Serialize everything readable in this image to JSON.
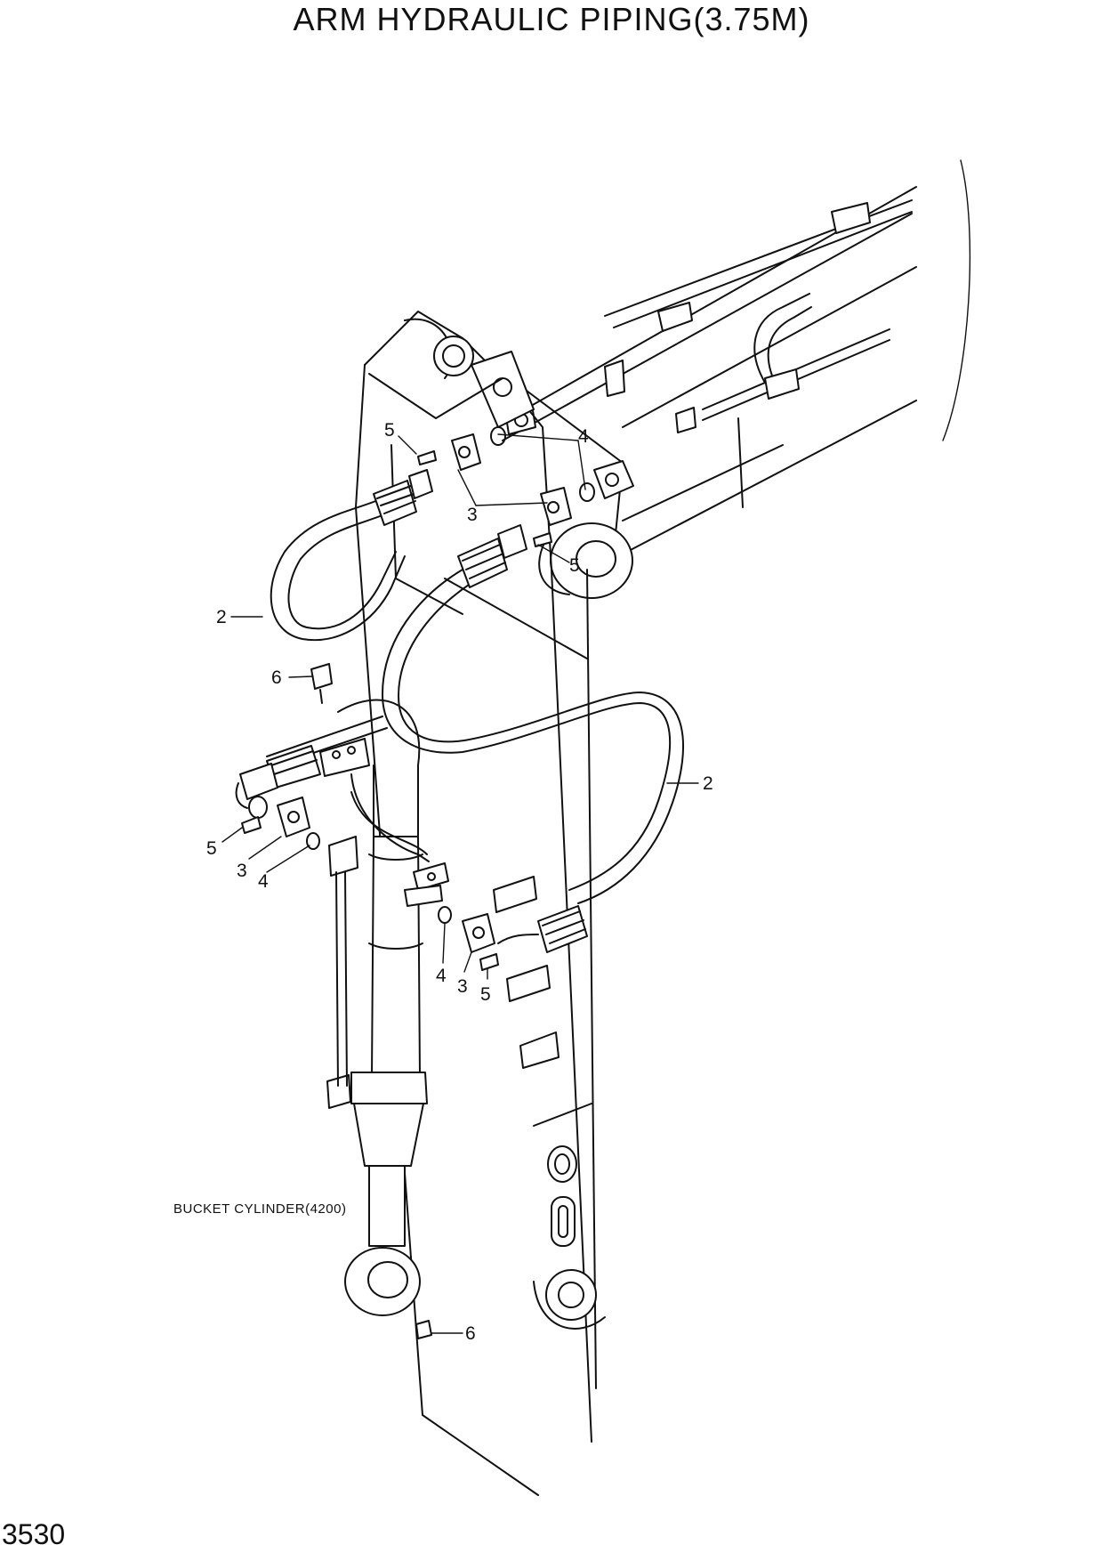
{
  "title": "ARM HYDRAULIC PIPING(3.75M)",
  "page_number": "3530",
  "component_label": "BUCKET CYLINDER(4200)",
  "callouts": {
    "c5_top": "5",
    "c4_top": "4",
    "c3_top": "3",
    "c5_mid": "5",
    "c2_left": "2",
    "c6_mid": "6",
    "c2_right": "2",
    "c5_left": "5",
    "c3_left": "3",
    "c4_left": "4",
    "c4_low": "4",
    "c3_low": "3",
    "c5_low": "5",
    "c6_bottom": "6"
  }
}
